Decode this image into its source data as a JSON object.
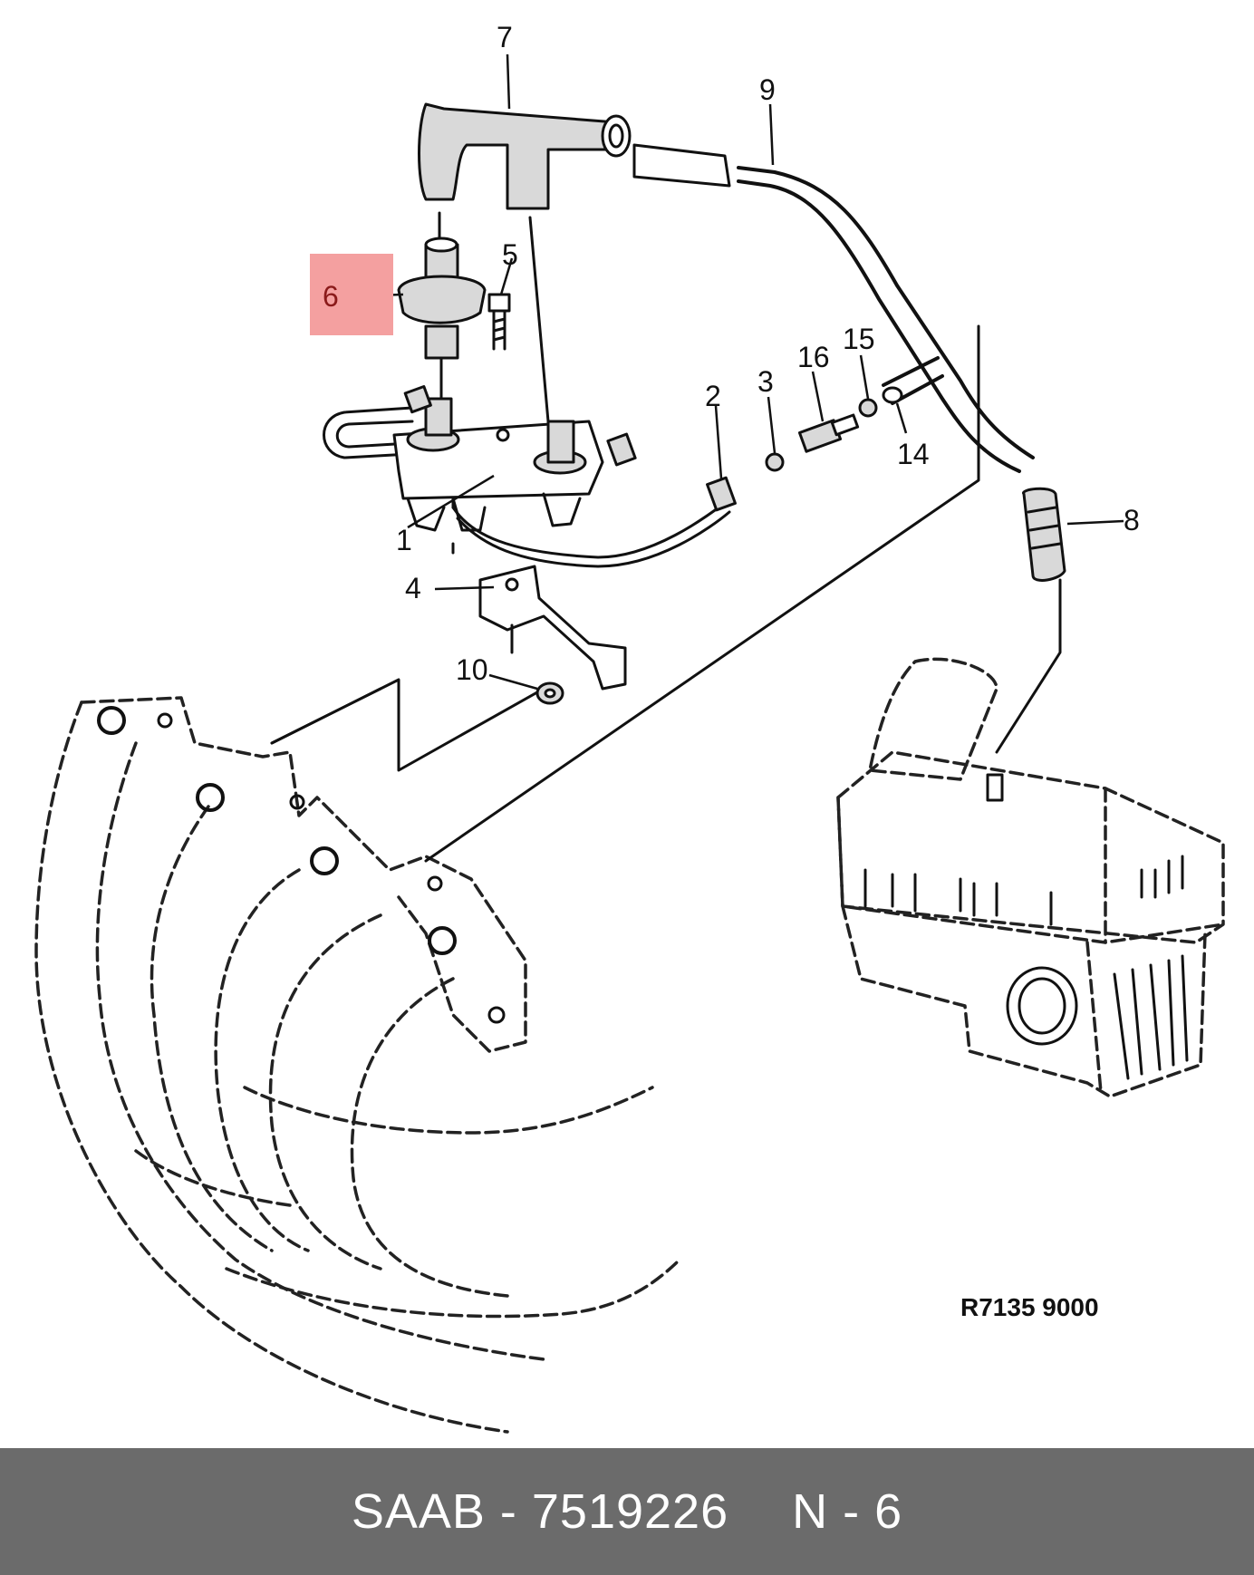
{
  "diagram": {
    "callouts": [
      "1",
      "2",
      "3",
      "4",
      "5",
      "6",
      "7",
      "8",
      "9",
      "10",
      "14",
      "15",
      "16"
    ],
    "highlighted_callout": "6",
    "highlight_color": "#f4a0a0",
    "drawing_code": "R7135 9000"
  },
  "footer": {
    "part_text": "SAAB - 7519226",
    "position_text": "N - 6"
  }
}
